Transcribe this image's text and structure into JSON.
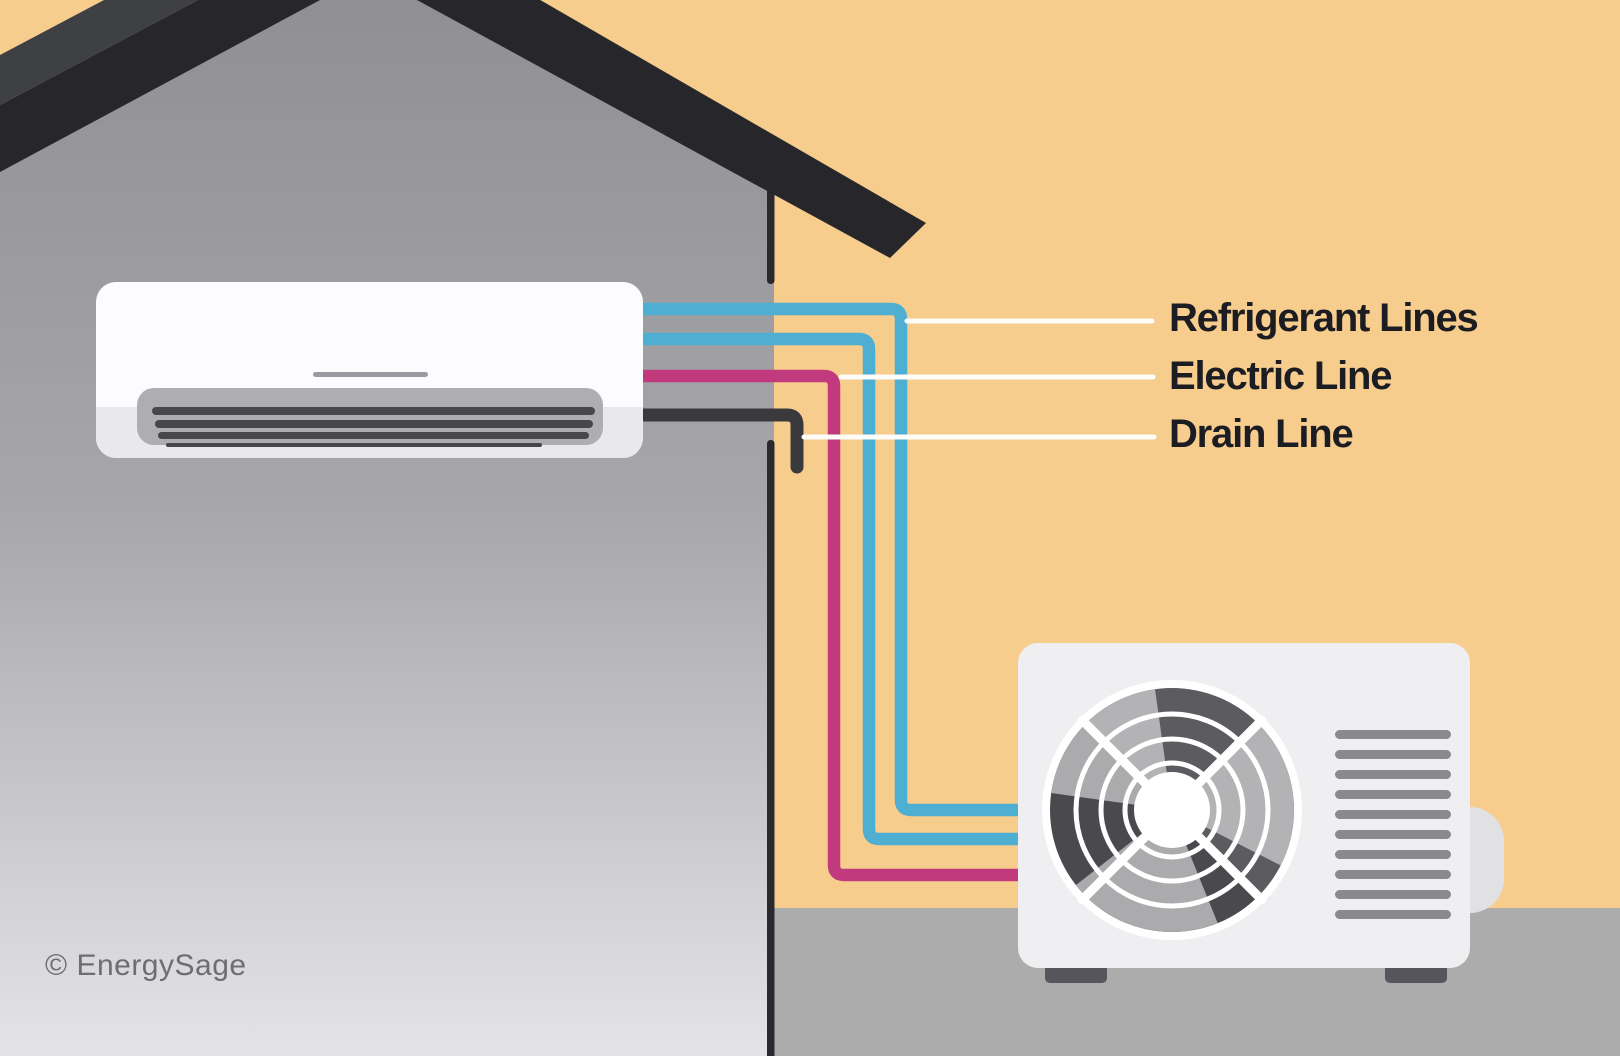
{
  "labels": {
    "refrigerant": "Refrigerant Lines",
    "electric": "Electric Line",
    "drain": "Drain Line"
  },
  "watermark": "© EnergySage",
  "icons": {
    "indoor_unit": "wall-mounted-mini-split-icon",
    "outdoor_unit": "condenser-unit-icon",
    "fan": "fan-icon",
    "house": "house-gable-icon"
  },
  "colors": {
    "background-orange": "#F7CD8E",
    "wall-gray-top": "#8E8E92",
    "wall-gray-mid": "#A7A7AB",
    "wall-gray-bottom": "#E4E4E6",
    "wall-edge": "#2A2A2E",
    "ground-gray": "#ACACAC",
    "roof-dark": "#27272B",
    "roof-light": "#3E4044",
    "indoor-body": "#FCFCFE",
    "indoor-base": "#E9E9EB",
    "indoor-vent": "#AEAEB0",
    "indoor-slat": "#47474B",
    "indoor-display": "#9A9AA0",
    "outdoor-body": "#EFEFF1",
    "outdoor-bump": "#E1E1E3",
    "outdoor-foot": "#55555B",
    "fan-disk": "#4A4A4E",
    "fan-blade": "#ABABAD",
    "fan-ring": "#FFFFFF",
    "grille-bar": "#8A8A8D",
    "refrigerant-line": "#4FAFD2",
    "electric-line": "#C23A7E",
    "drain-line": "#3A3A3E",
    "leader-line": "#FCFCF9",
    "label-text": "#1C1D22",
    "watermark-text": "#6E6E72"
  }
}
